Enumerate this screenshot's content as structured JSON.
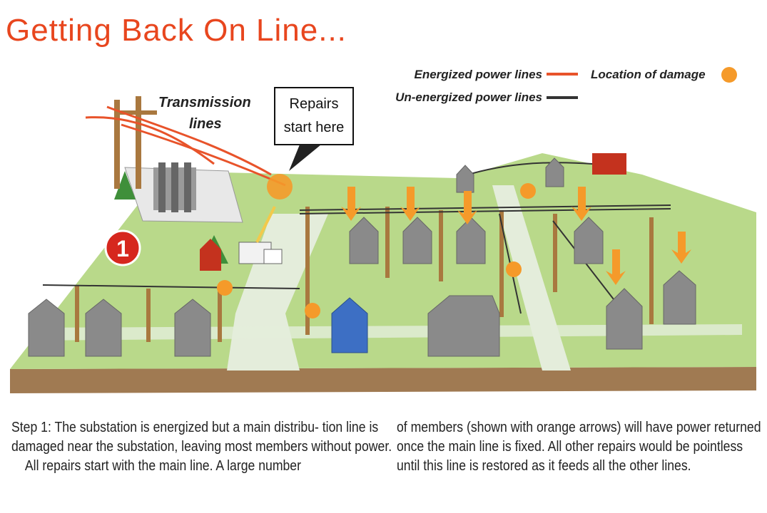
{
  "title": "Getting Back On Line...",
  "legend": {
    "energized": "Energized power lines",
    "unenergized": "Un-energized power lines",
    "damage": "Location of damage",
    "energized_color": "#e8532a",
    "unenergized_color": "#333333",
    "damage_color": "#f59a2a"
  },
  "labels": {
    "transmission_line1": "Transmission",
    "transmission_line2": "lines",
    "repairs_line1": "Repairs",
    "repairs_line2": "start here",
    "step_number": "1"
  },
  "caption": {
    "left_p1": "Step 1: The substation is energized but a main distribu- tion line is damaged near the substation, leaving most members without power.",
    "left_p2": "All repairs start with the main line. A large number",
    "right_p1": "of members (shown with orange arrows) will have power returned once the main line is fixed. All other repairs would be pointless until this line is restored as it feeds all the other lines."
  },
  "colors": {
    "grass": "#b9d98a",
    "road": "#dde8d0",
    "soil": "#a07a52",
    "house": "#8a8a8a",
    "arrow": "#f59a2a"
  }
}
